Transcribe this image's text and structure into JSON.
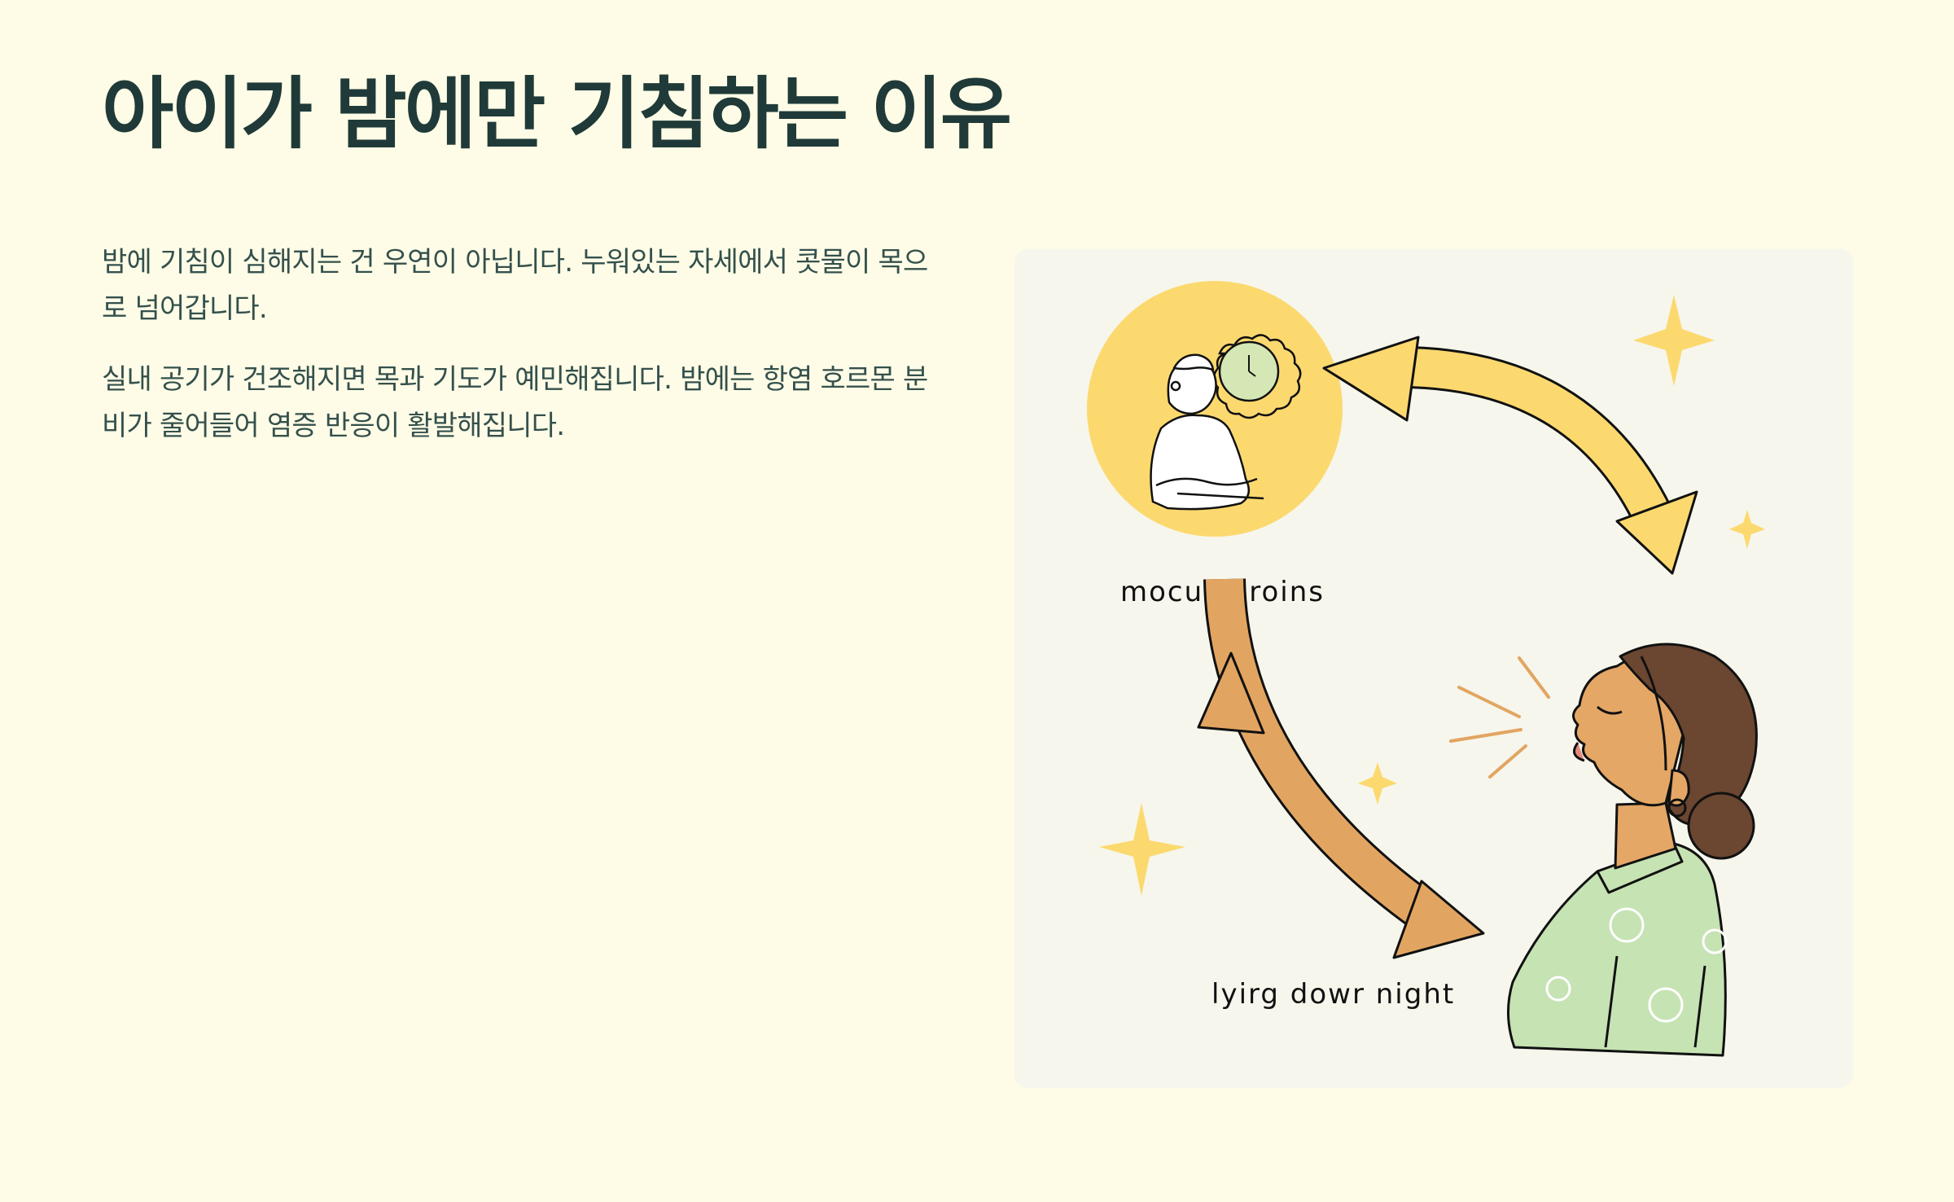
{
  "page": {
    "title": "아이가 밤에만 기침하는 이유",
    "paragraphs": [
      "밤에 기침이 심해지는 건 우연이 아닙니다. 누워있는 자세에서 콧물이 목으로 넘어갑니다.",
      "실내 공기가 건조해지면 목과 기도가 예민해집니다. 밤에는 항염 호르몬 분비가 줄어들어 염증 반응이 활발해집니다."
    ]
  },
  "illustration": {
    "labels": {
      "top": "mocus droins",
      "bottom": "lyirg dowr night"
    },
    "colors": {
      "card_background": "#F6F6EC",
      "yellow": "#FCD96F",
      "orange": "#E2A561",
      "skin": "#E4A766",
      "hair": "#6B4630",
      "shirt": "#C6E3B3"
    },
    "icons": [
      "sparkle-icon",
      "cycle-arrow-icon",
      "clock-icon"
    ]
  }
}
